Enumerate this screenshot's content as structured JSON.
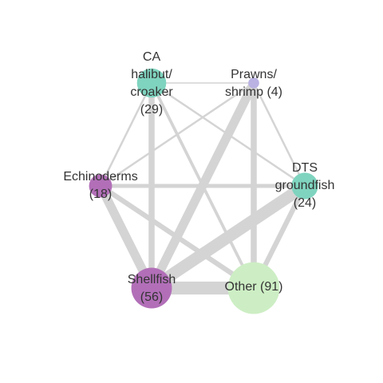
{
  "nodes": [
    {
      "id": "ca-halibut",
      "label_lines": [
        "CA",
        "halibut/",
        "croaker",
        "(29)"
      ],
      "count": 29,
      "color": "#7fd4bf"
    },
    {
      "id": "prawns",
      "label_lines": [
        "Prawns/",
        "shrimp (4)"
      ],
      "count": 4,
      "color": "#b9b2e3"
    },
    {
      "id": "dts",
      "label_lines": [
        "DTS",
        "groundfish",
        "(24)"
      ],
      "count": 24,
      "color": "#7fd4bf"
    },
    {
      "id": "other",
      "label_lines": [
        "Other (91)"
      ],
      "count": 91,
      "color": "#cdeec4"
    },
    {
      "id": "shellfish",
      "label_lines": [
        "Shellfish",
        "(56)"
      ],
      "count": 56,
      "color": "#b26fb8"
    },
    {
      "id": "echinoderms",
      "label_lines": [
        "Echinoderms",
        "(18)"
      ],
      "count": 18,
      "color": "#b26fb8"
    }
  ],
  "edges": [
    {
      "source": "ca-halibut",
      "target": "prawns",
      "weight": 1
    },
    {
      "source": "ca-halibut",
      "target": "echinoderms",
      "weight": 2
    },
    {
      "source": "ca-halibut",
      "target": "shellfish",
      "weight": 6
    },
    {
      "source": "ca-halibut",
      "target": "other",
      "weight": 3
    },
    {
      "source": "ca-halibut",
      "target": "dts",
      "weight": 2
    },
    {
      "source": "prawns",
      "target": "dts",
      "weight": 2
    },
    {
      "source": "prawns",
      "target": "shellfish",
      "weight": 9
    },
    {
      "source": "prawns",
      "target": "other",
      "weight": 6
    },
    {
      "source": "prawns",
      "target": "echinoderms",
      "weight": 2
    },
    {
      "source": "dts",
      "target": "echinoderms",
      "weight": 4
    },
    {
      "source": "dts",
      "target": "other",
      "weight": 5
    },
    {
      "source": "dts",
      "target": "shellfish",
      "weight": 12
    },
    {
      "source": "echinoderms",
      "target": "shellfish",
      "weight": 9
    },
    {
      "source": "echinoderms",
      "target": "other",
      "weight": 5
    },
    {
      "source": "shellfish",
      "target": "other",
      "weight": 13
    }
  ],
  "colors": {
    "edge": "#d4d4d4",
    "label": "#333333"
  }
}
